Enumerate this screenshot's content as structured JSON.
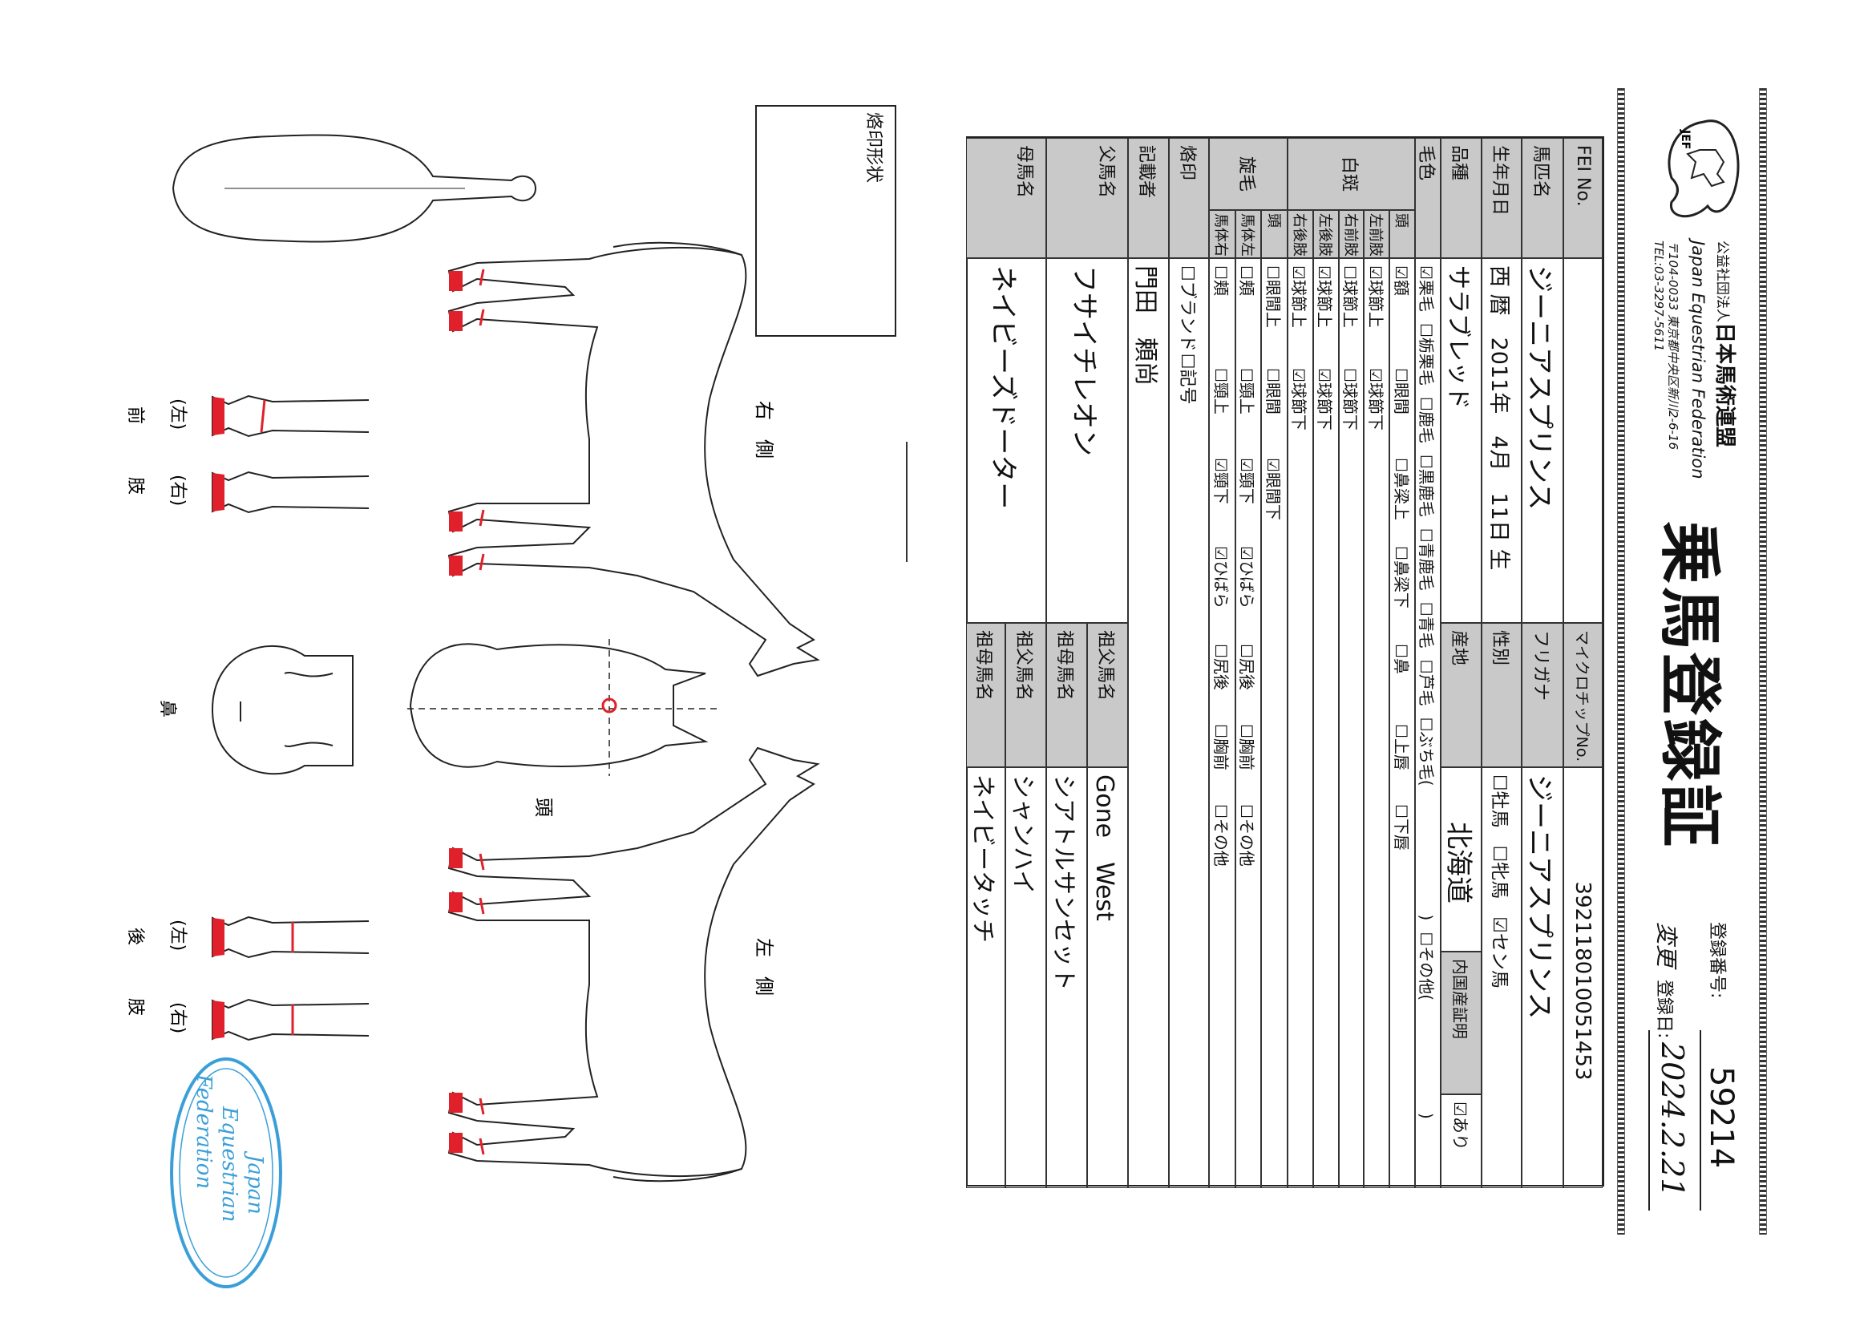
{
  "header": {
    "org_prefix": "公益社団法人",
    "org_name": "日本馬術連盟",
    "org_name_en": "Japan Equestrian Federation",
    "address": "〒104-0033 東京都中央区新川2-6-16",
    "tel": "TEL:03-3297-5611",
    "logo_text": "JEF",
    "title": "乗馬登録証",
    "reg_no_label": "登録番号:",
    "reg_no": "59214",
    "change_mark": "変更",
    "reg_date_label": "登録日:",
    "reg_date": "2024.2.21"
  },
  "table": {
    "fei_label": "FEI No.",
    "fei_value": "",
    "microchip_label": "マイクロチップNo.",
    "microchip_value": "392118010051453",
    "name_label": "馬匹名",
    "name_value": "ジーニアスプリンス",
    "furigana_label": "フリガナ",
    "furigana_value": "ジーニアスプリンス",
    "birth_label": "生年月日",
    "birth_value": "西 暦　2011年　4月　11日 生",
    "sex_label": "性別",
    "sex_options": [
      {
        "label": "牡馬",
        "checked": false
      },
      {
        "label": "牝馬",
        "checked": false
      },
      {
        "label": "セン馬",
        "checked": true
      }
    ],
    "breed_label": "品種",
    "breed_value": "サラブレッド",
    "origin_label": "産地",
    "origin_value": "北海道",
    "domestic_label": "内国産証明",
    "domestic_options": [
      {
        "label": "あり",
        "checked": true
      }
    ],
    "color_label": "毛色",
    "color_options": [
      {
        "label": "栗毛",
        "checked": true
      },
      {
        "label": "栃栗毛",
        "checked": false
      },
      {
        "label": "鹿毛",
        "checked": false
      },
      {
        "label": "黒鹿毛",
        "checked": false
      },
      {
        "label": "青鹿毛",
        "checked": false
      },
      {
        "label": "青毛",
        "checked": false
      },
      {
        "label": "芦毛",
        "checked": false
      },
      {
        "label": "ぶち毛(　　　　　　　　)",
        "checked": false
      },
      {
        "label": "その他(　　　　　　　)",
        "checked": false
      }
    ],
    "white_label": "白斑",
    "white_rows": [
      {
        "label": "頭",
        "options": [
          {
            "label": "額",
            "checked": true
          },
          {
            "label": "眼間",
            "checked": false
          },
          {
            "label": "鼻梁上",
            "checked": false
          },
          {
            "label": "鼻梁下",
            "checked": false
          },
          {
            "label": "鼻",
            "checked": false
          },
          {
            "label": "上唇",
            "checked": false
          },
          {
            "label": "下唇",
            "checked": false
          }
        ]
      },
      {
        "label": "左前肢",
        "options": [
          {
            "label": "球節上",
            "checked": true
          },
          {
            "label": "球節下",
            "checked": true
          }
        ]
      },
      {
        "label": "右前肢",
        "options": [
          {
            "label": "球節上",
            "checked": false
          },
          {
            "label": "球節下",
            "checked": false
          }
        ]
      },
      {
        "label": "左後肢",
        "options": [
          {
            "label": "球節上",
            "checked": true
          },
          {
            "label": "球節下",
            "checked": true
          }
        ]
      },
      {
        "label": "右後肢",
        "options": [
          {
            "label": "球節上",
            "checked": true
          },
          {
            "label": "球節下",
            "checked": true
          }
        ]
      }
    ],
    "whorl_label": "旋毛",
    "whorl_rows": [
      {
        "label": "頭",
        "options": [
          {
            "label": "眼間上",
            "checked": false
          },
          {
            "label": "眼間",
            "checked": false
          },
          {
            "label": "眼間下",
            "checked": true
          }
        ]
      },
      {
        "label": "馬体左",
        "options": [
          {
            "label": "頬",
            "checked": false
          },
          {
            "label": "頸上",
            "checked": false
          },
          {
            "label": "頸下",
            "checked": true
          },
          {
            "label": "ひばら",
            "checked": true
          },
          {
            "label": "尻後",
            "checked": false
          },
          {
            "label": "胸前",
            "checked": false
          },
          {
            "label": "その他",
            "checked": false
          }
        ]
      },
      {
        "label": "馬体右",
        "options": [
          {
            "label": "頬",
            "checked": false
          },
          {
            "label": "頸上",
            "checked": false
          },
          {
            "label": "頸下",
            "checked": true
          },
          {
            "label": "ひばら",
            "checked": true
          },
          {
            "label": "尻後",
            "checked": false
          },
          {
            "label": "胸前",
            "checked": false
          },
          {
            "label": "その他",
            "checked": false
          }
        ]
      }
    ],
    "brand_label": "烙印",
    "brand_options": [
      {
        "label": "ブランド",
        "checked": false
      },
      {
        "label": "記号",
        "checked": false
      }
    ],
    "recorder_label": "記載者",
    "recorder_value": "門田　頼尚",
    "sire_label": "父馬名",
    "sire_value": "フサイチレオン",
    "sire_gs_label": "祖父馬名",
    "sire_gs_value": "Gone　West",
    "sire_gd_label": "祖母馬名",
    "sire_gd_value": "シアトルサンセット",
    "dam_label": "母馬名",
    "dam_value": "ネイビーズドーター",
    "dam_gs_label": "祖父馬名",
    "dam_gs_value": "シャンハイ",
    "dam_gd_label": "祖母馬名",
    "dam_gd_value": "ネイビータッチ"
  },
  "diagram": {
    "brand_shape_label": "烙印形状",
    "right_side_label": "右　側",
    "left_side_label": "左　側",
    "head_label": "頭",
    "nose_label": "鼻",
    "foreleg_label": "前　　　肢",
    "hindleg_label": "後　　　肢",
    "left_mark": "(左)",
    "right_mark": "(右)",
    "stamp_text": [
      "Japan",
      "Equestrian",
      "Federation"
    ]
  },
  "colors": {
    "marking_red": "#e0202a",
    "stamp_blue": "#3a9fd8",
    "label_grey": "#c9c9c9"
  }
}
